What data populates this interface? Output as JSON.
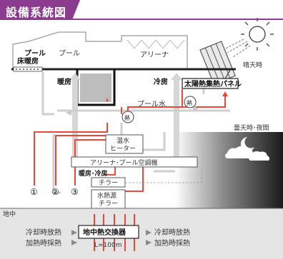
{
  "title": "設備系統図",
  "labels": {
    "pool_floor_heating": [
      "プール",
      "床暖房"
    ],
    "pool": "プール",
    "arena": "アリーナ",
    "heating_left": "暖房",
    "cooling_right": "冷房",
    "solar_panel": "太陽熱集熱パネル",
    "sunny": "晴天時",
    "pool_water": "プール水",
    "heat_1": "熱",
    "heat_2": "熱",
    "cloudy_night": "曇天時･夜間",
    "hot_water_heater": [
      "温水",
      "ヒーター"
    ],
    "ahu": "アリーナ･プール空調機",
    "heat_cool": "暖房･冷房",
    "chiller": "チラー",
    "ws_chiller": [
      "水熱源",
      "チラー"
    ],
    "underground": "地中",
    "cool_release_left": "冷却時放熱",
    "heat_collect_left": "加熱時採熱",
    "gshe": "地中熱交換器",
    "depth": "L=100m",
    "cool_release_right": "冷却時放熱",
    "heat_collect_right": "加熱時採熱",
    "c1": "①",
    "c2": "②",
    "c3": "③"
  },
  "colors": {
    "accent": "#8b3c8e",
    "red_pipe": "#e8473a",
    "gray_arrow": "#d4d4d4",
    "ground": "#e5e5e5"
  }
}
